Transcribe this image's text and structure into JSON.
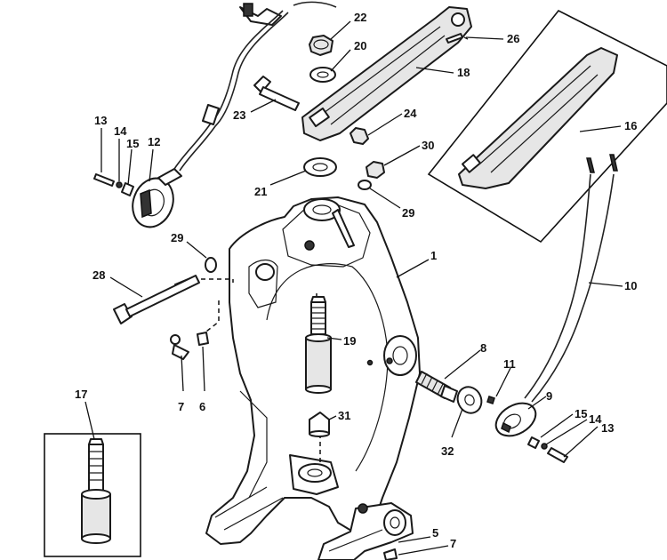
{
  "diagram": {
    "type": "exploded-parts-view",
    "callouts": {
      "n1": "1",
      "n5": "5",
      "n6": "6",
      "n7a": "7",
      "n7b": "7",
      "n8": "8",
      "n9": "9",
      "n10": "10",
      "n11": "11",
      "n12": "12",
      "n13a": "13",
      "n13b": "13",
      "n14a": "14",
      "n14b": "14",
      "n15a": "15",
      "n15b": "15",
      "n16": "16",
      "n17": "17",
      "n18": "18",
      "n19": "19",
      "n20": "20",
      "n21": "21",
      "n22": "22",
      "n23": "23",
      "n24": "24",
      "n26": "26",
      "n28": "28",
      "n29a": "29",
      "n29b": "29",
      "n30": "30",
      "n31": "31",
      "n32": "32"
    }
  }
}
